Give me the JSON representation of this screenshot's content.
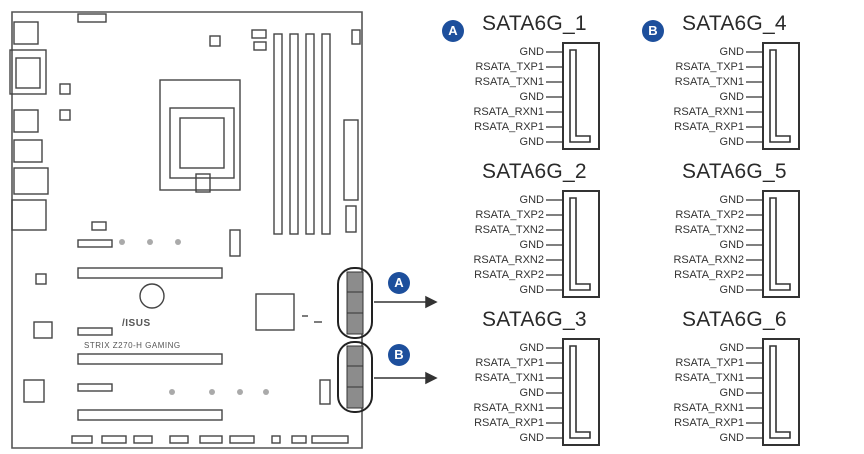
{
  "board": {
    "brand": "/ISUS",
    "model": "STRIX Z270-H GAMING"
  },
  "callouts": [
    {
      "letter": "A"
    },
    {
      "letter": "B"
    }
  ],
  "connectors": [
    {
      "title": "SATA6G_1",
      "badge": "A",
      "pins": [
        "GND",
        "RSATA_TXP1",
        "RSATA_TXN1",
        "GND",
        "RSATA_RXN1",
        "RSATA_RXP1",
        "GND"
      ]
    },
    {
      "title": "SATA6G_4",
      "badge": "B",
      "pins": [
        "GND",
        "RSATA_TXP1",
        "RSATA_TXN1",
        "GND",
        "RSATA_RXN1",
        "RSATA_RXP1",
        "GND"
      ]
    },
    {
      "title": "SATA6G_2",
      "badge": "",
      "pins": [
        "GND",
        "RSATA_TXP2",
        "RSATA_TXN2",
        "GND",
        "RSATA_RXN2",
        "RSATA_RXP2",
        "GND"
      ]
    },
    {
      "title": "SATA6G_5",
      "badge": "",
      "pins": [
        "GND",
        "RSATA_TXP2",
        "RSATA_TXN2",
        "GND",
        "RSATA_RXN2",
        "RSATA_RXP2",
        "GND"
      ]
    },
    {
      "title": "SATA6G_3",
      "badge": "",
      "pins": [
        "GND",
        "RSATA_TXP1",
        "RSATA_TXN1",
        "GND",
        "RSATA_RXN1",
        "RSATA_RXP1",
        "GND"
      ]
    },
    {
      "title": "SATA6G_6",
      "badge": "",
      "pins": [
        "GND",
        "RSATA_TXP1",
        "RSATA_TXN1",
        "GND",
        "RSATA_RXN1",
        "RSATA_RXP1",
        "GND"
      ]
    }
  ]
}
